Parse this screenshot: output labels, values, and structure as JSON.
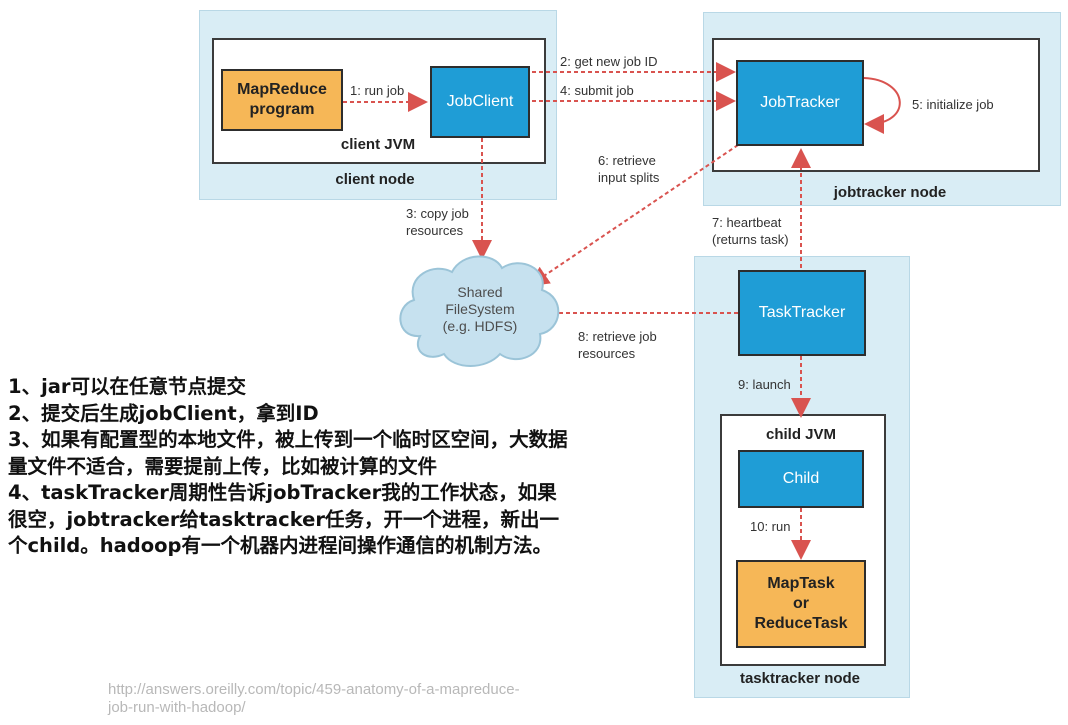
{
  "nodes": {
    "client_node": "client node",
    "client_jvm": "client JVM",
    "jobtracker_node": "jobtracker node",
    "tasktracker_node": "tasktracker node",
    "child_jvm": "child JVM"
  },
  "boxes": {
    "mapreduce_program": "MapReduce\nprogram",
    "jobclient": "JobClient",
    "jobtracker": "JobTracker",
    "tasktracker": "TaskTracker",
    "child": "Child",
    "maptask": "MapTask\nor\nReduceTask"
  },
  "shared_fs": "Shared\nFileSystem\n(e.g. HDFS)",
  "steps": {
    "s1": "1: run job",
    "s2": "2: get new job ID",
    "s3": "3: copy job\nresources",
    "s4": "4: submit job",
    "s5": "5: initialize job",
    "s6": "6: retrieve\ninput splits",
    "s7": "7: heartbeat\n(returns task)",
    "s8": "8: retrieve job\nresources",
    "s9": "9: launch",
    "s10": "10: run"
  },
  "notes": [
    "1、jar可以在任意节点提交",
    "2、提交后生成jobClient，拿到ID",
    "3、如果有配置型的本地文件，被上传到一个临时区空间，大数据量文件不适合，需要提前上传，比如被计算的文件",
    "4、taskTracker周期性告诉jobTracker我的工作状态，如果很空，jobtracker给tasktracker任务，开一个进程，新出一个child。hadoop有一个机器内进程间操作通信的机制方法。"
  ],
  "watermark": "http://answers.oreilly.com/topic/459-anatomy-of-a-mapreduce-\njob-run-with-hadoop/",
  "colors": {
    "node_bg": "#d9edf5",
    "blue_box": "#1f9dd6",
    "orange_box": "#f6b757",
    "arrow": "#d9534f"
  }
}
